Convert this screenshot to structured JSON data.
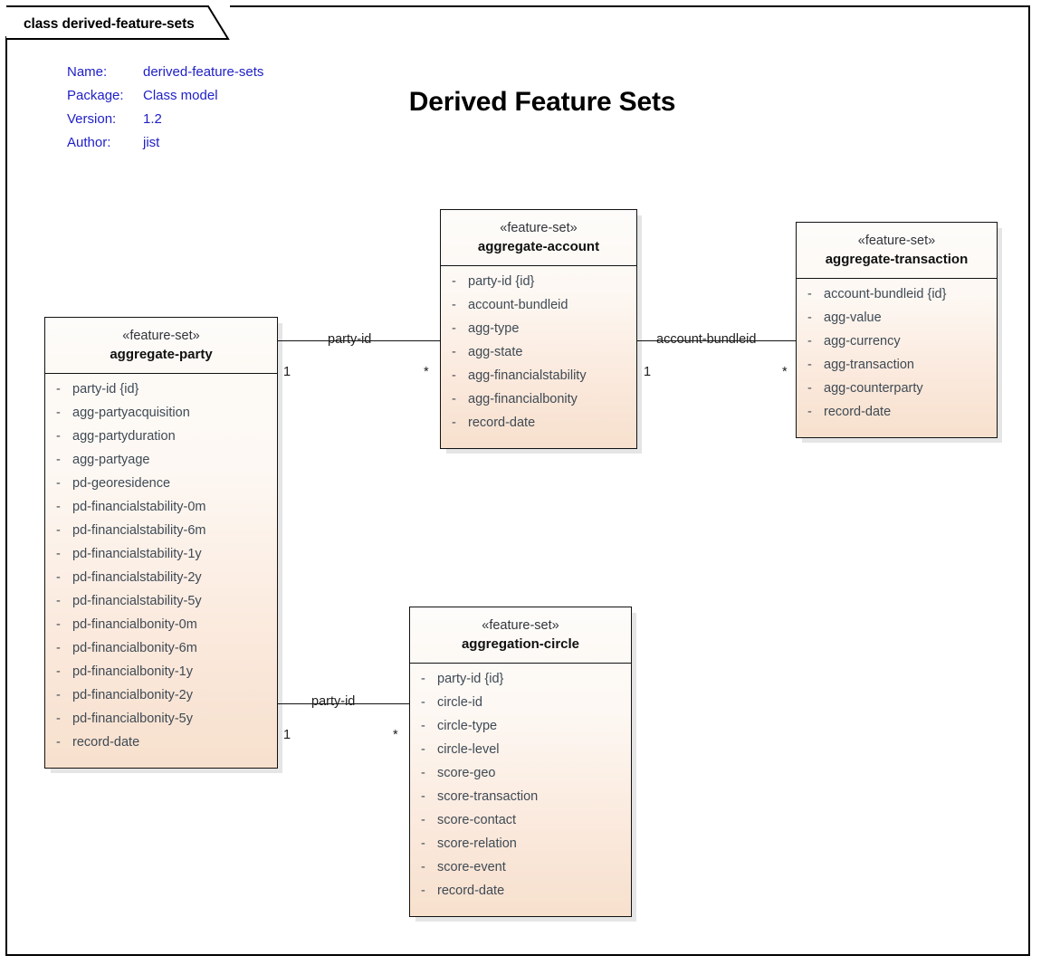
{
  "frame": {
    "tab_label": "class derived-feature-sets"
  },
  "metadata": [
    {
      "key": "Name:",
      "value": "derived-feature-sets"
    },
    {
      "key": "Package:",
      "value": "Class model"
    },
    {
      "key": "Version:",
      "value": "1.2"
    },
    {
      "key": "Author:",
      "value": "jist"
    }
  ],
  "title": "Derived Feature Sets",
  "colors": {
    "frame_border": "#000000",
    "metadata_text": "#2020c8",
    "class_border": "#121212",
    "class_fill_top": "#fdfbf8",
    "class_fill_bottom": "#f7e0cd",
    "attribute_text": "#3f4a55",
    "title_text": "#000000"
  },
  "classes": [
    {
      "id": "aggregate-party",
      "stereotype": "«feature-set»",
      "name": "aggregate-party",
      "attributes": [
        {
          "visibility": "-",
          "name": "party-id {id}"
        },
        {
          "visibility": "-",
          "name": "agg-partyacquisition"
        },
        {
          "visibility": "-",
          "name": "agg-partyduration"
        },
        {
          "visibility": "-",
          "name": "agg-partyage"
        },
        {
          "visibility": "-",
          "name": "pd-georesidence"
        },
        {
          "visibility": "-",
          "name": "pd-financialstability-0m"
        },
        {
          "visibility": "-",
          "name": "pd-financialstability-6m"
        },
        {
          "visibility": "-",
          "name": "pd-financialstability-1y"
        },
        {
          "visibility": "-",
          "name": "pd-financialstability-2y"
        },
        {
          "visibility": "-",
          "name": "pd-financialstability-5y"
        },
        {
          "visibility": "-",
          "name": "pd-financialbonity-0m"
        },
        {
          "visibility": "-",
          "name": "pd-financialbonity-6m"
        },
        {
          "visibility": "-",
          "name": "pd-financialbonity-1y"
        },
        {
          "visibility": "-",
          "name": "pd-financialbonity-2y"
        },
        {
          "visibility": "-",
          "name": "pd-financialbonity-5y"
        },
        {
          "visibility": "-",
          "name": "record-date"
        }
      ]
    },
    {
      "id": "aggregate-account",
      "stereotype": "«feature-set»",
      "name": "aggregate-account",
      "attributes": [
        {
          "visibility": "-",
          "name": "party-id {id}"
        },
        {
          "visibility": "-",
          "name": "account-bundleid"
        },
        {
          "visibility": "-",
          "name": "agg-type"
        },
        {
          "visibility": "-",
          "name": "agg-state"
        },
        {
          "visibility": "-",
          "name": "agg-financialstability"
        },
        {
          "visibility": "-",
          "name": "agg-financialbonity"
        },
        {
          "visibility": "-",
          "name": "record-date"
        }
      ]
    },
    {
      "id": "aggregate-transaction",
      "stereotype": "«feature-set»",
      "name": "aggregate-transaction",
      "attributes": [
        {
          "visibility": "-",
          "name": "account-bundleid {id}"
        },
        {
          "visibility": "-",
          "name": "agg-value"
        },
        {
          "visibility": "-",
          "name": "agg-currency"
        },
        {
          "visibility": "-",
          "name": "agg-transaction"
        },
        {
          "visibility": "-",
          "name": "agg-counterparty"
        },
        {
          "visibility": "-",
          "name": "record-date"
        }
      ]
    },
    {
      "id": "aggregation-circle",
      "stereotype": "«feature-set»",
      "name": "aggregation-circle",
      "attributes": [
        {
          "visibility": "-",
          "name": "party-id {id}"
        },
        {
          "visibility": "-",
          "name": "circle-id"
        },
        {
          "visibility": "-",
          "name": "circle-type"
        },
        {
          "visibility": "-",
          "name": "circle-level"
        },
        {
          "visibility": "-",
          "name": "score-geo"
        },
        {
          "visibility": "-",
          "name": "score-transaction"
        },
        {
          "visibility": "-",
          "name": "score-contact"
        },
        {
          "visibility": "-",
          "name": "score-relation"
        },
        {
          "visibility": "-",
          "name": "score-event"
        },
        {
          "visibility": "-",
          "name": "record-date"
        }
      ]
    }
  ],
  "associations": [
    {
      "id": "party-to-account",
      "label": "party-id",
      "source_multiplicity": "1",
      "target_multiplicity": "*"
    },
    {
      "id": "account-to-transaction",
      "label": "account-bundleid",
      "source_multiplicity": "1",
      "target_multiplicity": "*"
    },
    {
      "id": "party-to-circle",
      "label": "party-id",
      "source_multiplicity": "1",
      "target_multiplicity": "*"
    }
  ]
}
